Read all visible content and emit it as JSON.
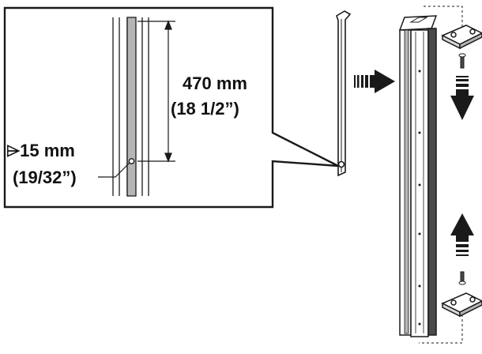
{
  "labels": {
    "length_mm": "470 mm",
    "length_in": "(18 1/2”)",
    "diameter_mm": "⌲15 mm",
    "diameter_in": "(19/32”)"
  },
  "icons": [
    "arrow-right-icon",
    "arrow-down-icon",
    "arrow-up-icon"
  ],
  "colors": {
    "line": "#1a1a1a",
    "shade": "#b5b5b5",
    "dark": "#4a4a4a"
  }
}
